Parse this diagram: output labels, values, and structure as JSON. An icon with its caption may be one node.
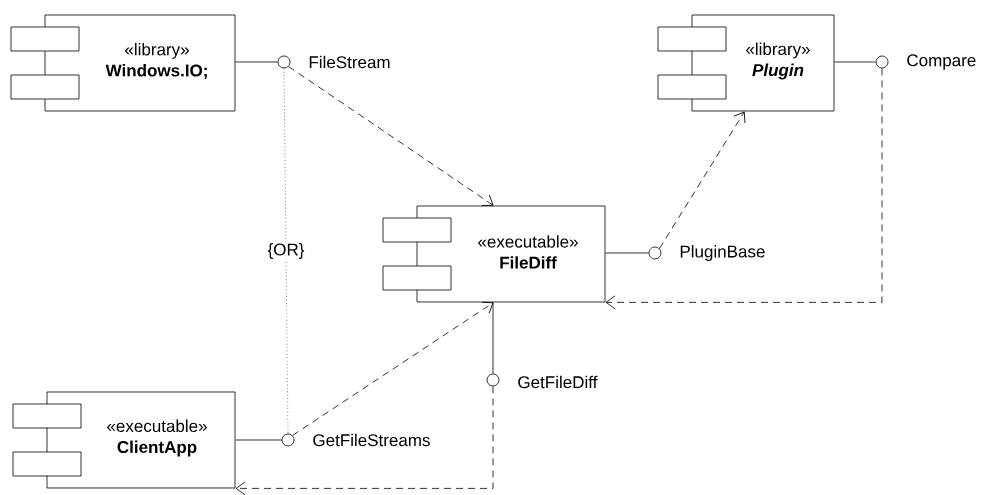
{
  "diagram": {
    "nodes": [
      {
        "text": [
          "«library»",
          "Windows.IO;"
        ]
      },
      {
        "text": [],
        "shape": "circle",
        "beside": [
          "FileStream"
        ]
      },
      {
        "text": [
          "«library»",
          "*Plugin*"
        ]
      },
      {
        "text": [],
        "shape": "circle",
        "beside": [
          "Compare"
        ]
      },
      {
        "text": [
          "«executable»",
          "FileDiff"
        ]
      },
      {
        "text": [],
        "shape": "circle",
        "beside": [
          "PluginBase"
        ]
      },
      {
        "text": [],
        "shape": "circle",
        "beside": [
          "GetFileDiff"
        ]
      },
      {
        "text": [
          "«executable»",
          "ClientApp"
        ]
      },
      {
        "text": [],
        "shape": "circle",
        "beside": [
          "GetFileStreams"
        ]
      }
    ],
    "edges": [
      {
        "from": 0,
        "to": 1,
        "arrow": "none"
      },
      {
        "from": 2,
        "to": 3,
        "arrow": "none"
      },
      {
        "from": 4,
        "to": 5,
        "arrow": "none"
      },
      {
        "from": 4,
        "to": 6,
        "arrow": "none"
      },
      {
        "from": 7,
        "to": 8,
        "arrow": "none"
      },
      {
        "from": 1,
        "to": 4,
        "arrow": "to",
        "style": "dashed"
      },
      {
        "from": 5,
        "to": 2,
        "arrow": "to",
        "style": "dashed"
      },
      {
        "from": 3,
        "to": 4,
        "arrow": "to",
        "style": "dashed"
      },
      {
        "from": 8,
        "to": 4,
        "arrow": "to",
        "style": "dashed"
      },
      {
        "from": 6,
        "to": 7,
        "arrow": "to",
        "style": "dashed"
      },
      {
        "from": 1,
        "to": 8,
        "arrow": "none",
        "style": "dashed",
        "label": "{OR}"
      }
    ]
  }
}
